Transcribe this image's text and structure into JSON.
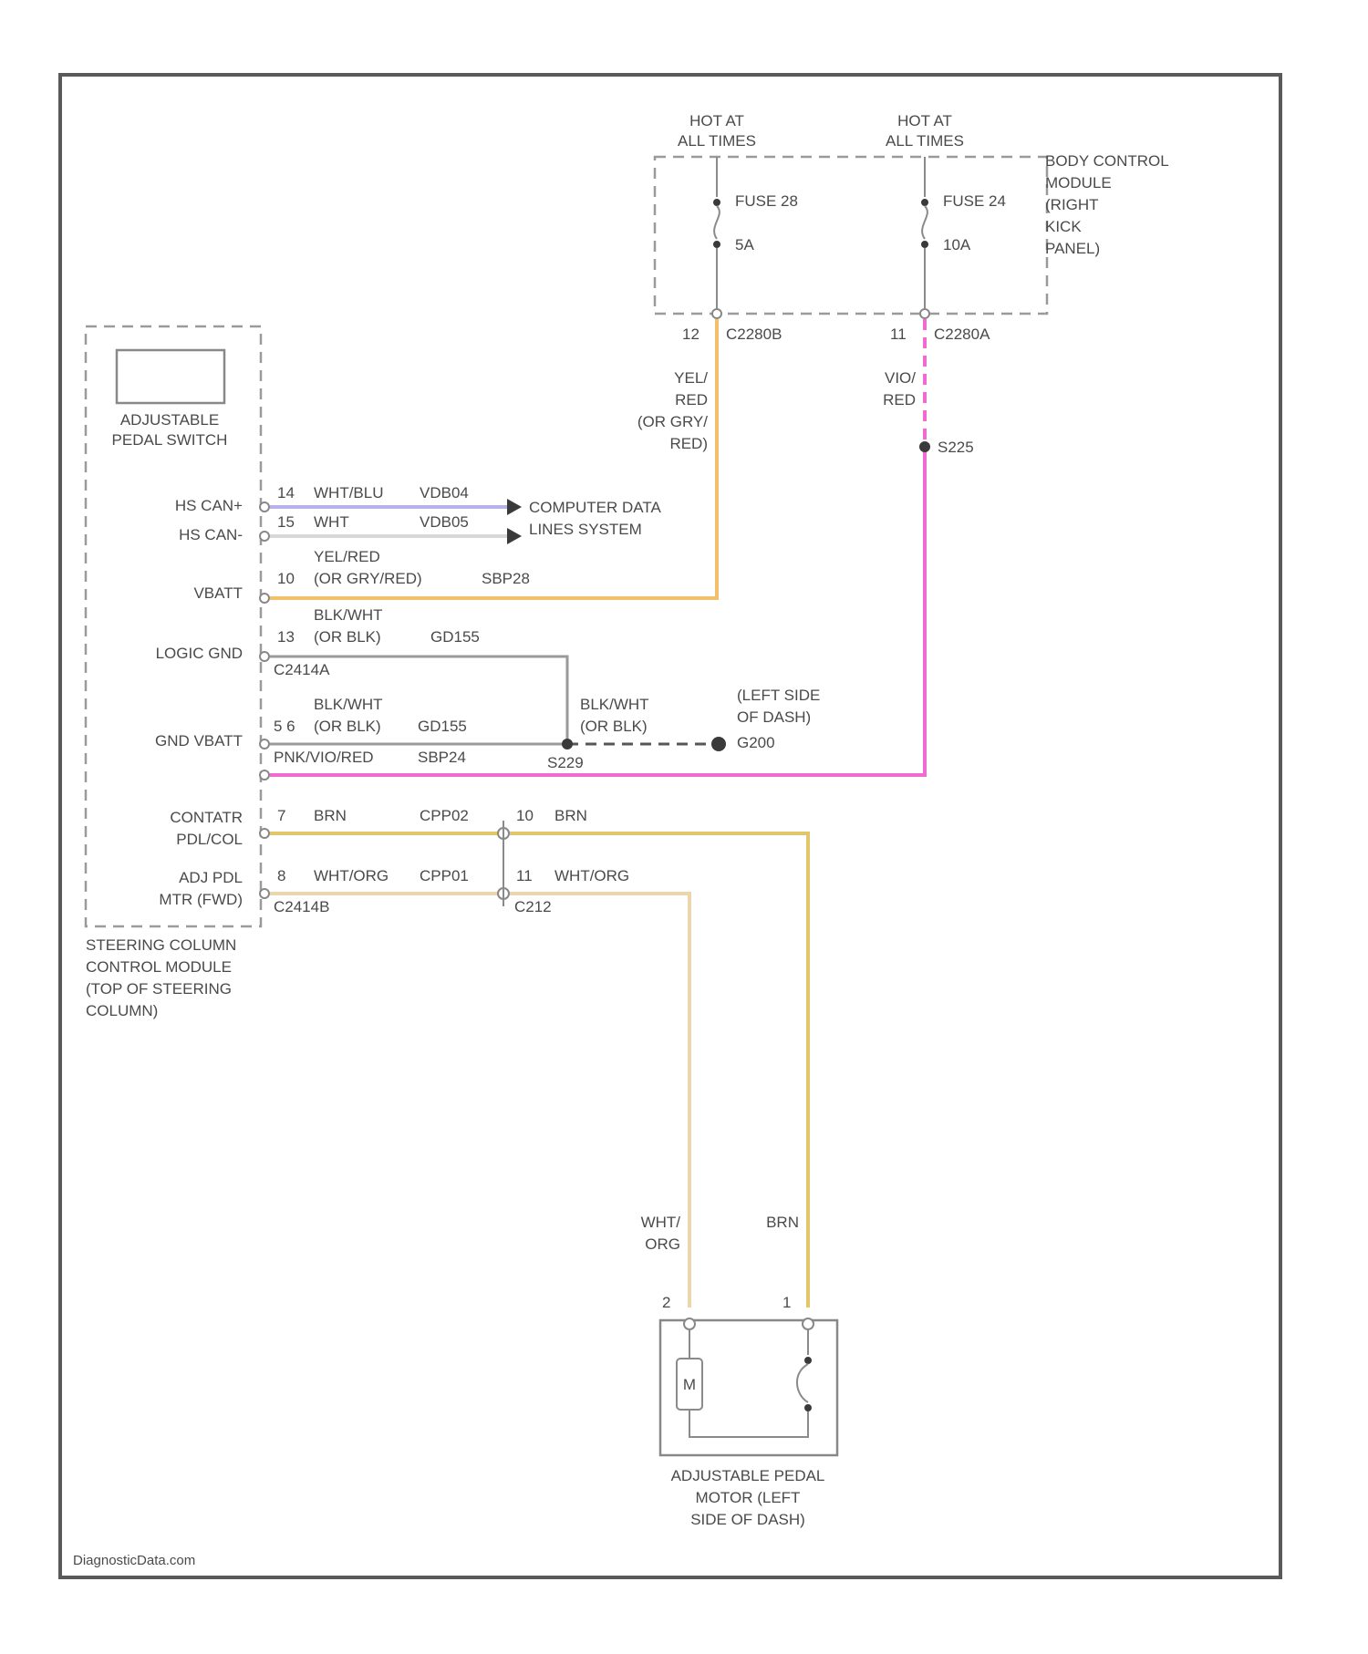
{
  "colors": {
    "frame": "#5a5a5a",
    "wire_yel_red": "#f2c06b",
    "wire_vio_red": "#f06ad2",
    "wire_wht_blu": "#b8b2ec",
    "wire_wht": "#d8d8d8",
    "wire_blk_wht": "#9a9a9a",
    "wire_brn": "#e3c56a",
    "wire_wht_org": "#ecd6ac"
  },
  "watermark": "DiagnosticData.com",
  "bcm": {
    "hot1": [
      "HOT AT",
      "ALL TIMES"
    ],
    "hot2": [
      "HOT AT",
      "ALL TIMES"
    ],
    "fuse1": {
      "name": "FUSE 28",
      "rating": "5A"
    },
    "fuse2": {
      "name": "FUSE 24",
      "rating": "10A"
    },
    "label": [
      "BODY CONTROL",
      "MODULE",
      "(RIGHT",
      "KICK",
      "PANEL)"
    ],
    "pin1": "12",
    "conn1": "C2280B",
    "pin2": "11",
    "conn2": "C2280A"
  },
  "wire_yel": [
    "YEL/",
    "RED",
    "(OR GRY/",
    "RED)"
  ],
  "wire_vio": [
    "VIO/",
    "RED"
  ],
  "splice_s225": "S225",
  "switch": {
    "label": [
      "ADJUSTABLE",
      "PEDAL SWITCH"
    ]
  },
  "sccm_pins": {
    "hs_can_plus": "HS CAN+",
    "hs_can_minus": "HS CAN-",
    "vbatt": "VBATT",
    "logic_gnd": "LOGIC GND",
    "gnd_vbatt": "GND VBATT",
    "contactor": [
      "CONTATR",
      "PDL/COL"
    ],
    "adj_pdl": [
      "ADJ PDL",
      "MTR (FWD)"
    ]
  },
  "sccm_label": [
    "STEERING COLUMN",
    "CONTROL MODULE",
    "(TOP OF STEERING",
    "COLUMN)"
  ],
  "can1": {
    "pin": "14",
    "color": "WHT/BLU",
    "circuit": "VDB04"
  },
  "can2": {
    "pin": "15",
    "color": "WHT",
    "circuit": "VDB05"
  },
  "computer_data": [
    "COMPUTER DATA",
    "LINES SYSTEM"
  ],
  "vbatt_wire": {
    "pin": "10",
    "color": [
      "YEL/RED",
      "(OR GRY/RED)"
    ],
    "circuit": "SBP28"
  },
  "logic_wire": {
    "pin": "13",
    "color": [
      "BLK/WHT",
      "(OR BLK)"
    ],
    "circuit": "GD155",
    "connector": "C2414A"
  },
  "gnd_wire": {
    "pin": "5 6",
    "color": [
      "BLK/WHT",
      "(OR BLK)"
    ],
    "circuit": "GD155"
  },
  "gnd_vio": {
    "color": "PNK/VIO/RED",
    "circuit": "SBP24"
  },
  "splice_s229": "S229",
  "ground_label": [
    "BLK/WHT",
    "(OR BLK)"
  ],
  "ground_loc": [
    "(LEFT SIDE",
    "OF DASH)",
    "G200"
  ],
  "brn_wire": {
    "pin": "7",
    "color": "BRN",
    "circuit": "CPP02",
    "pin2": "10",
    "color2": "BRN"
  },
  "wo_wire": {
    "pin": "8",
    "color": "WHT/ORG",
    "circuit": "CPP01",
    "pin2": "11",
    "color2": "WHT/ORG"
  },
  "conn_c2414b": "C2414B",
  "conn_c212": "C212",
  "motor_wire1": [
    "WHT/",
    "ORG"
  ],
  "motor_wire2": "BRN",
  "motor_pin1": "2",
  "motor_pin2": "1",
  "motor_symbol": "M",
  "motor_label": [
    "ADJUSTABLE PEDAL",
    "MOTOR (LEFT",
    "SIDE OF DASH)"
  ]
}
